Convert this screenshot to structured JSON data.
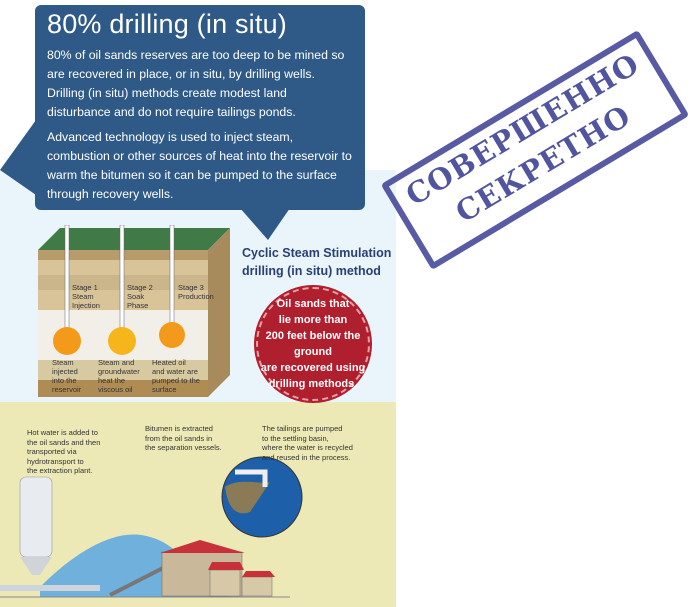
{
  "callout": {
    "title": "80% drilling (in situ)",
    "paragraph1": "80% of oil sands reserves are too deep to be mined so are recovered in place, or in situ, by drilling wells. Drilling (in situ) methods create modest land disturbance and do not require tailings ponds.",
    "paragraph2": "Advanced technology is used to inject steam, combustion or other sources of heat into the reservoir to warm the bitumen so it can be pumped to the surface through recovery wells."
  },
  "method": {
    "line1": "Cyclic Steam Stimulation",
    "line2": "drilling (in situ) method"
  },
  "stages": [
    {
      "label": "Stage 1\nSteam\nInjection",
      "caption": "Steam\ninjected\ninto the\nreservoir"
    },
    {
      "label": "Stage 2\nSoak\nPhase",
      "caption": "Steam and\ngroundwater\nheat the\nviscous oil"
    },
    {
      "label": "Stage 3\nProduction",
      "caption": "Heated oil\nand water are\npumped to the\nsurface"
    }
  ],
  "badge": {
    "text": "Oil sands that\nlie more than\n200 feet below the\nground\nare recovered using\ndrilling methods."
  },
  "notes": [
    "Hot water is added to\nthe oil sands and then\ntransported via\nhydrotransport to\nthe extraction plant.",
    "Bitumen is extracted\nfrom the oil sands in\nthe separation vessels.",
    "The tailings are pumped\nto the settling basin,\nwhere the water is recycled\nand reused in the process."
  ],
  "stamp": {
    "line1": "СОВЕРШЕННО",
    "line2": "СЕКРЕТНО"
  },
  "colors": {
    "callout": "#2f5a88",
    "badge": "#b01f2e",
    "stamp": "#3b3f94"
  }
}
